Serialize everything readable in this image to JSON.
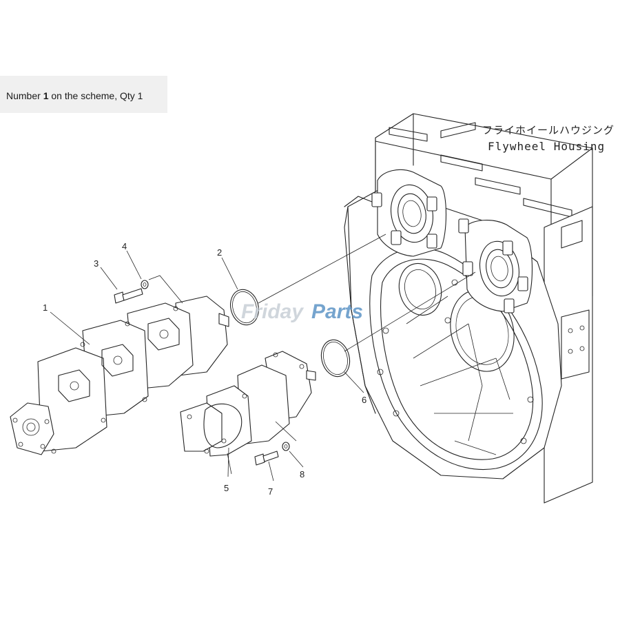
{
  "caption": {
    "prefix": "Number ",
    "number": "1",
    "suffix": " on the scheme, Qty 1"
  },
  "housing_label": {
    "japanese": "フライホイールハウジング",
    "english": "Flywheel Housing"
  },
  "callouts": {
    "c1": "1",
    "c2": "2",
    "c3": "3",
    "c4": "4",
    "c5": "5",
    "c6": "6",
    "c7": "7",
    "c8": "8"
  },
  "watermark": {
    "part1": "Friday",
    "part2": "Parts"
  }
}
